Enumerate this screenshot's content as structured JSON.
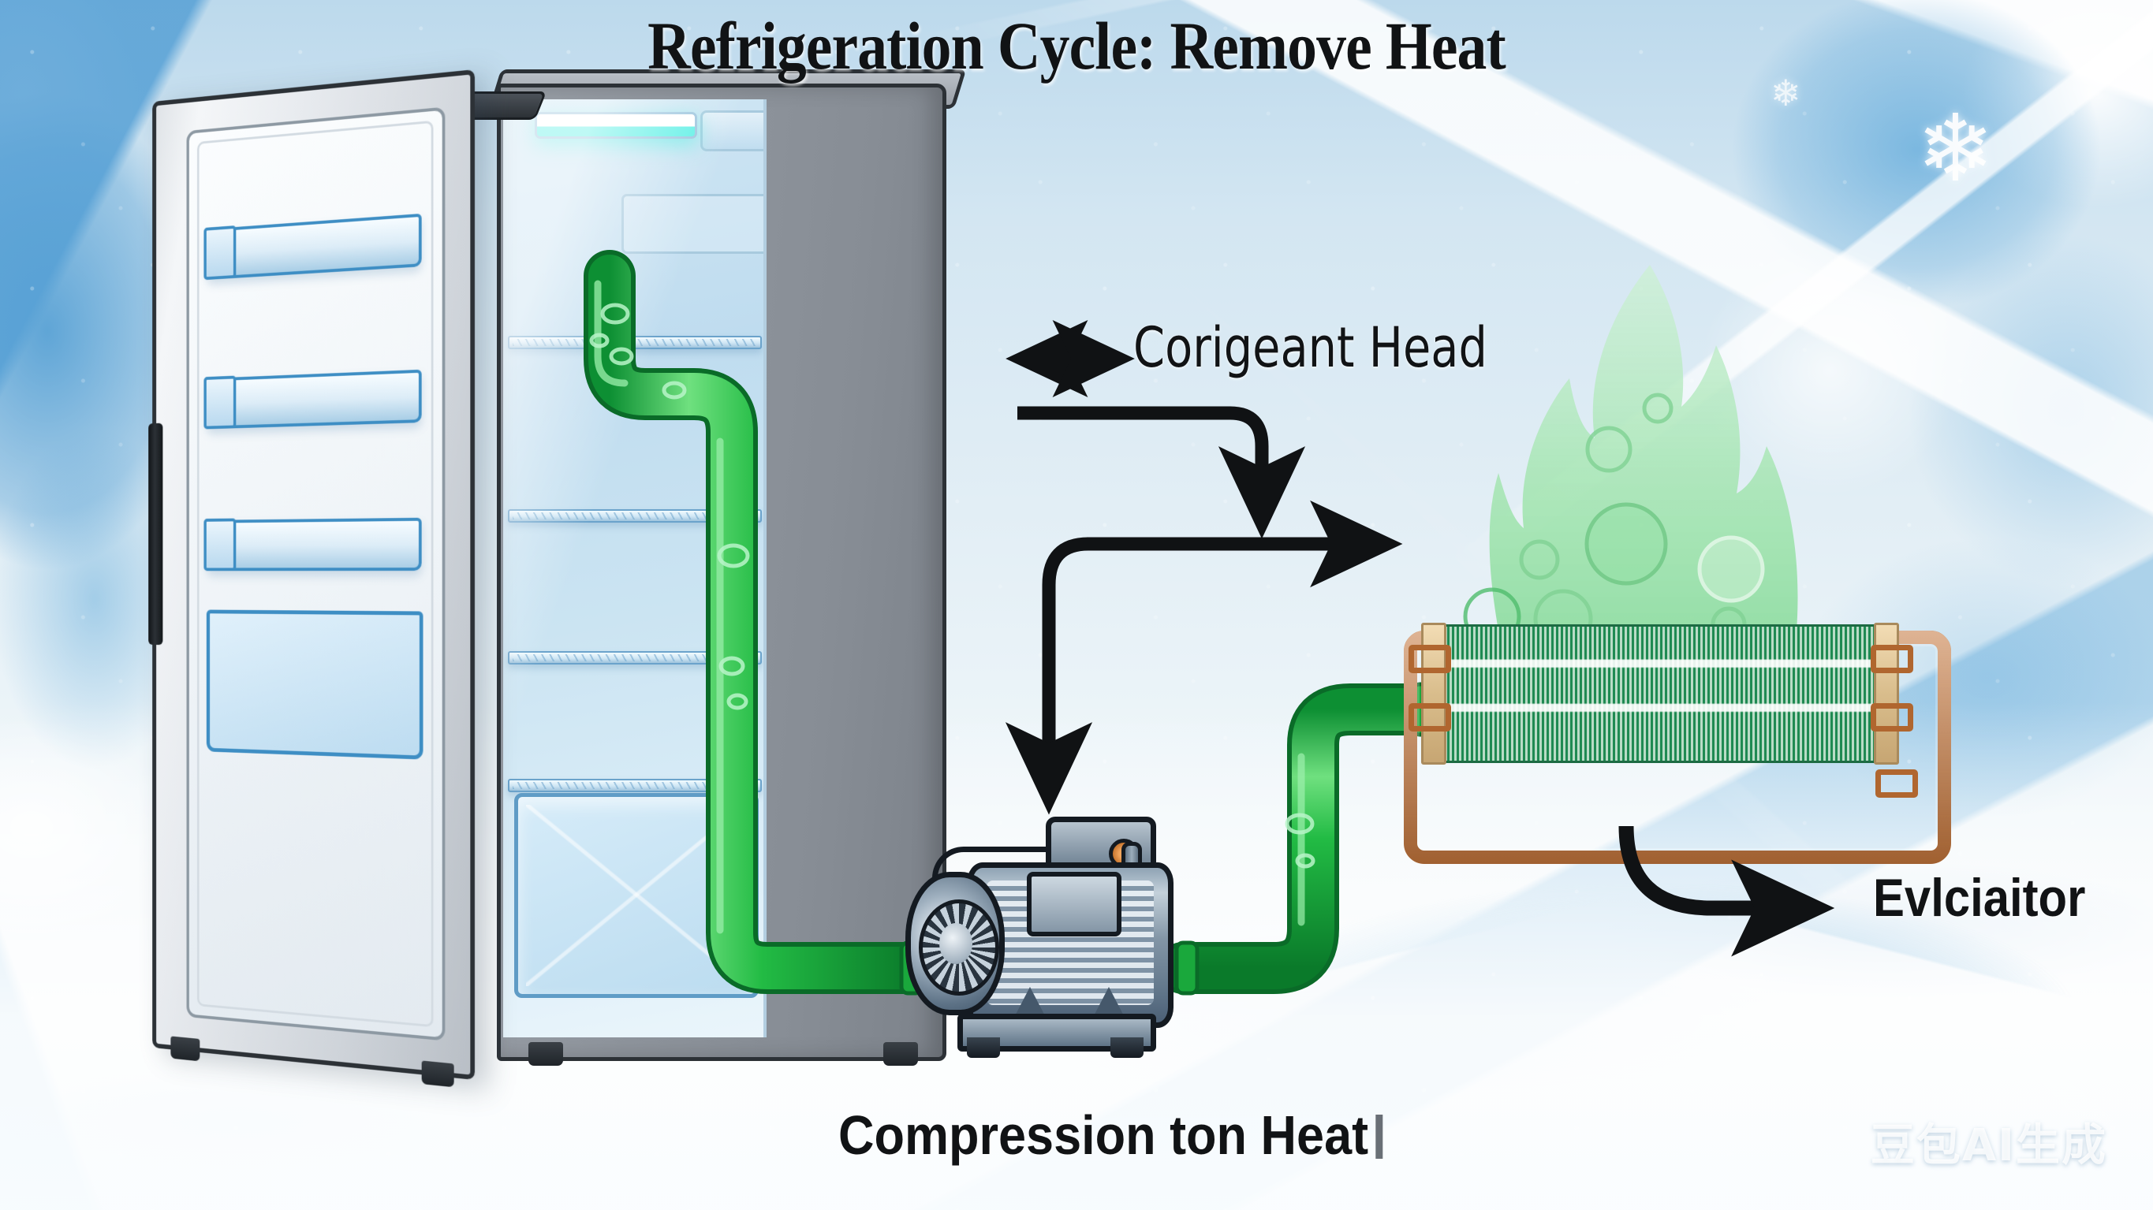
{
  "title": "Refrigeration Cycle: Remove Heat",
  "labels": {
    "refrigerant_head": "Corigeant Head",
    "evaporator": "Evlciaitor",
    "compression_heat": "Compression ton Heat"
  },
  "watermark": "豆包AI生成",
  "icons": {
    "double_arrow": "double-headed-arrow-icon",
    "snowflake_large": "❄",
    "snowflake_small": "❄"
  },
  "components": {
    "refrigerator": "Refrigerator with open door",
    "compressor": "Electric motor compressor",
    "condenser_coil": "Finned condenser coil",
    "refrigerant_pipe": "Green refrigerant pipe",
    "heat_plume": "Green heat plume with bubbles"
  },
  "colors": {
    "refrigerant_green": "#22bb44",
    "refrigerant_green_dark": "#0f8a33",
    "copper": "#c4763c",
    "coil_fin_green": "#1f8a52",
    "fridge_body_gray": "#8e949c",
    "fridge_outline": "#2c3136",
    "interior_blue": "#cfe6f4",
    "arrow_black": "#101214",
    "ice_blue": "#4a9ed6",
    "snow_white": "#f2f7fa",
    "lamp_cyan": "#5ef0e6",
    "plume_green": "#a8e5b3"
  }
}
